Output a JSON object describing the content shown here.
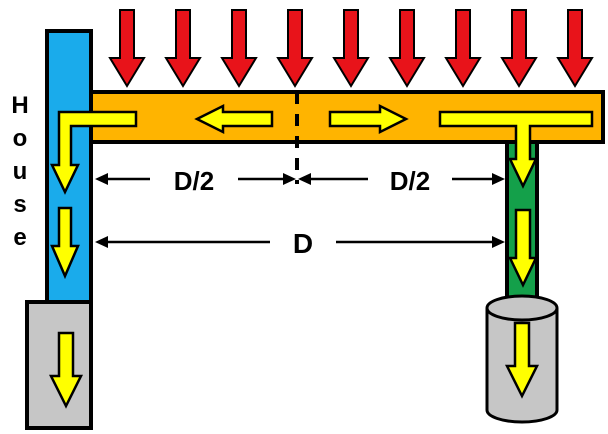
{
  "colors": {
    "roof": "#ffb400",
    "house_wall": "#1aabeb",
    "downspout": "#14a04a",
    "barrel": "#c6c6c6",
    "rain_arrow": "#e8131a",
    "flow_arrow": "#ffff00",
    "outline": "#000000"
  },
  "labels": {
    "house_letters": [
      "H",
      "o",
      "u",
      "s",
      "e"
    ],
    "half_span_left": "D/2",
    "half_span_right": "D/2",
    "full_span": "D"
  },
  "rain": {
    "count": 9,
    "icon": "down-arrow-icon"
  },
  "flow": {
    "icon": "block-arrow-icon"
  }
}
